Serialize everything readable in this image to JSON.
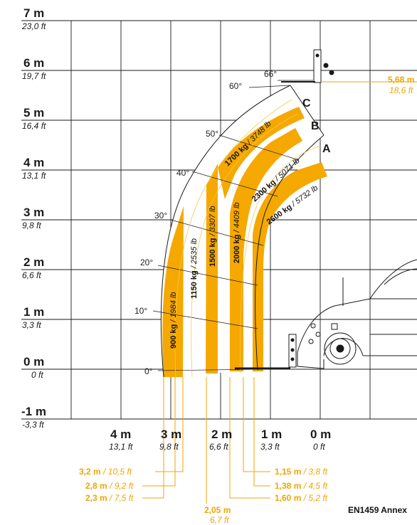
{
  "y_axis": [
    {
      "m": "7 m",
      "ft": "23,0 ft"
    },
    {
      "m": "6 m",
      "ft": "19,7 ft"
    },
    {
      "m": "5 m",
      "ft": "16,4 ft"
    },
    {
      "m": "4 m",
      "ft": "13,1 ft"
    },
    {
      "m": "3 m",
      "ft": "9,8 ft"
    },
    {
      "m": "2 m",
      "ft": "6,6 ft"
    },
    {
      "m": "1 m",
      "ft": "3,3 ft"
    },
    {
      "m": "0 m",
      "ft": "0 ft"
    },
    {
      "m": "-1 m",
      "ft": "-3,3 ft"
    }
  ],
  "x_axis": [
    {
      "m": "4 m",
      "ft": "13,1 ft"
    },
    {
      "m": "3 m",
      "ft": "9,8 ft"
    },
    {
      "m": "2 m",
      "ft": "6,6 ft"
    },
    {
      "m": "1 m",
      "ft": "3,3 ft"
    },
    {
      "m": "0 m",
      "ft": "0 ft"
    }
  ],
  "angles": [
    "0°",
    "10°",
    "20°",
    "30°",
    "40°",
    "50°",
    "60°",
    "66°"
  ],
  "zones": [
    "A",
    "B",
    "C"
  ],
  "loads": [
    {
      "kg": "900 kg",
      "lb": "1984 lb"
    },
    {
      "kg": "1150 kg",
      "lb": "2535 lb"
    },
    {
      "kg": "1500 kg",
      "lb": "3307 lb"
    },
    {
      "kg": "2000 kg",
      "lb": "4409 lb"
    },
    {
      "kg": "1700 kg",
      "lb": "3748 lb"
    },
    {
      "kg": "2300 kg",
      "lb": "5071 lb"
    },
    {
      "kg": "2600 kg",
      "lb": "5732 lb"
    }
  ],
  "max_height": {
    "m": "5,68 m",
    "ft": "18,6 ft"
  },
  "reach_left": [
    {
      "m": "3,2 m",
      "ft": "10,5 ft"
    },
    {
      "m": "2,8 m",
      "ft": "9,2 ft"
    },
    {
      "m": "2,3 m",
      "ft": "7,5 ft"
    }
  ],
  "reach_center": {
    "m": "2,05 m",
    "ft": "6,7 ft"
  },
  "reach_right": [
    {
      "m": "1,15 m",
      "ft": "3,8 ft"
    },
    {
      "m": "1,38 m",
      "ft": "4,5 ft"
    },
    {
      "m": "1,60 m",
      "ft": "5,2 ft"
    }
  ],
  "footnote": "EN1459 Annex",
  "colors": {
    "band": "#f5a800",
    "orange_text": "#e89a00",
    "grid": "#1a1a1a"
  }
}
